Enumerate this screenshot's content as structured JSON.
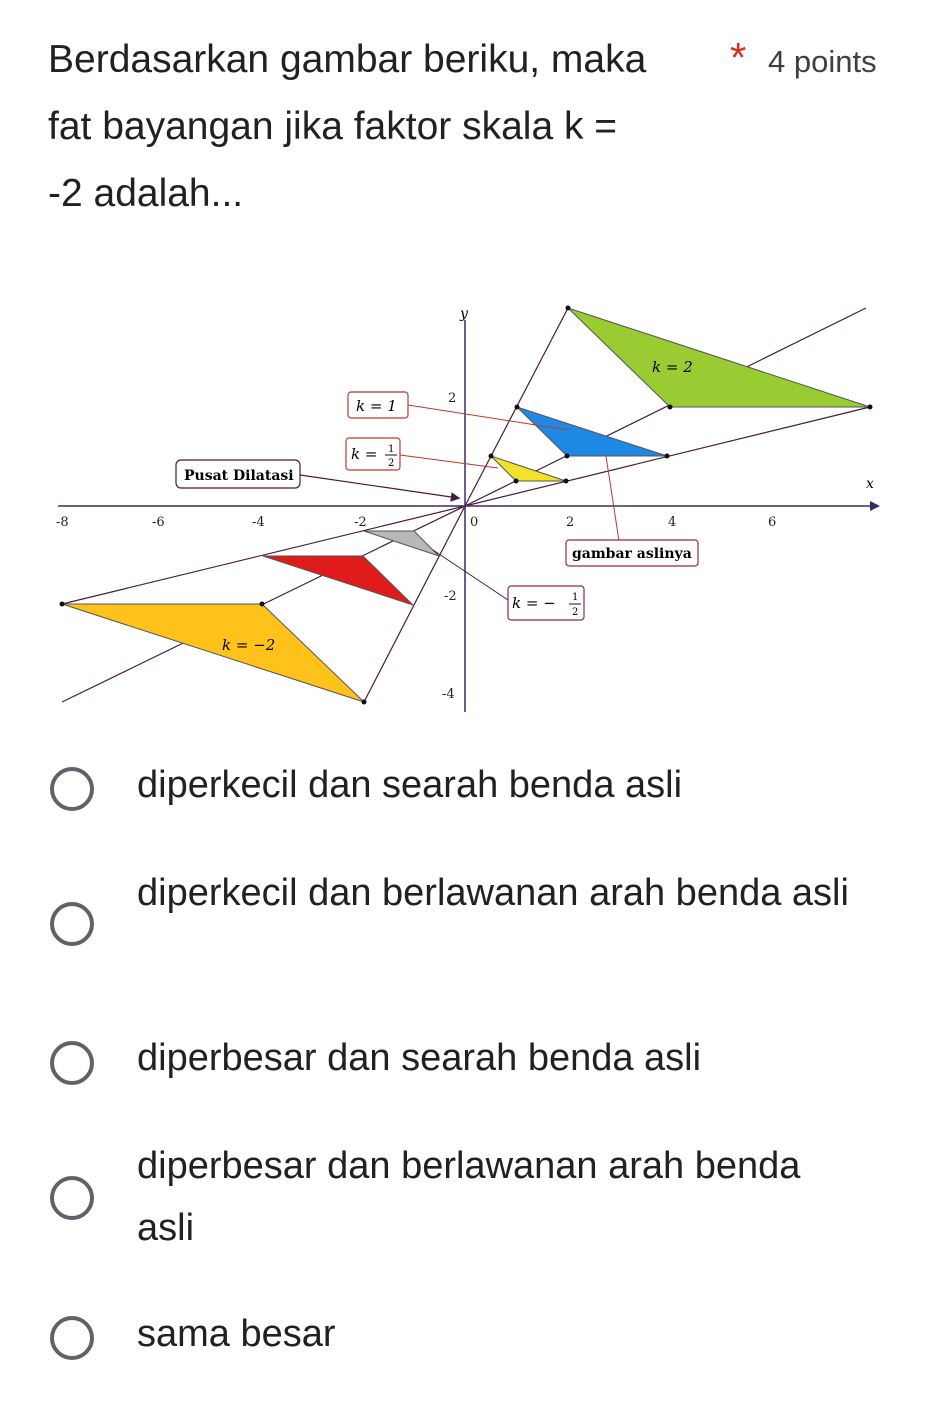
{
  "question": {
    "lines": [
      "Berdasarkan gambar beriku, maka",
      "fat bayangan jika faktor skala k =",
      "-2 adalah..."
    ],
    "required_mark": "*",
    "points": "4 points"
  },
  "figure": {
    "axis_x": "x",
    "axis_y": "y",
    "x_ticks": [
      "-8",
      "-6",
      "-4",
      "-2",
      "0",
      "2",
      "4",
      "6"
    ],
    "y_ticks": [
      "2",
      "-2",
      "-4"
    ],
    "labels": {
      "k2": "k = 2",
      "k1": "k = 1",
      "k_half": "k =",
      "k_half_num": "1",
      "k_half_den": "2",
      "k_neg_half": "k = −",
      "k_neg_half_num": "1",
      "k_neg_half_den": "2",
      "k_neg2": "k = −2",
      "center": "Pusat Dilatasi",
      "original": "gambar aslinya"
    },
    "colors": {
      "k2": "#99cc33",
      "k1": "#1e88e5",
      "k_half": "#f2e22a",
      "k_neg_half": "#b8b8b8",
      "k_neg1": "#e01b1b",
      "k_neg2": "#ffc21a"
    }
  },
  "options": [
    {
      "label": "diperkecil dan searah benda asli"
    },
    {
      "label": "diperkecil dan berlawanan arah benda asli"
    },
    {
      "label": "diperbesar dan searah benda asli"
    },
    {
      "label": "diperbesar dan berlawanan arah benda asli"
    },
    {
      "label": "sama besar"
    }
  ]
}
